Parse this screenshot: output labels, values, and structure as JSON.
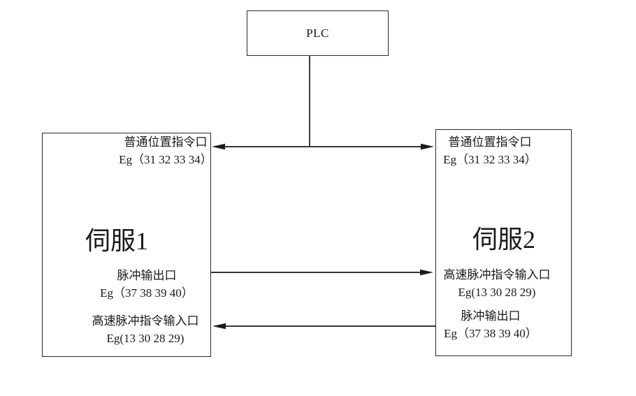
{
  "plc": {
    "label": "PLC"
  },
  "servo1": {
    "title": "伺服1",
    "ports": [
      {
        "name": "普通位置指令口",
        "pins": "Eg（31 32 33 34）"
      },
      {
        "name": "脉冲输出口",
        "pins": "Eg（37 38 39 40）"
      },
      {
        "name": "高速脉冲指令输入口",
        "pins": "Eg(13 30 28 29)"
      }
    ]
  },
  "servo2": {
    "title": "伺服2",
    "ports": [
      {
        "name": "普通位置指令口",
        "pins": "Eg（31 32 33 34）"
      },
      {
        "name": "高速脉冲指令输入口",
        "pins": "Eg(13 30 28 29)"
      },
      {
        "name": "脉冲输出口",
        "pins": "Eg（37 38 39 40）"
      }
    ]
  },
  "connections": [
    {
      "name": "plc-to-bus",
      "type": "line"
    },
    {
      "name": "position-command-bus",
      "type": "double-arrow"
    },
    {
      "name": "servo1-pulse-out-to-servo2-hs-in",
      "type": "arrow-right"
    },
    {
      "name": "servo2-pulse-out-to-servo1-hs-in",
      "type": "arrow-left"
    }
  ],
  "colors": {
    "line": "#1a1a1a",
    "text": "#1a1a1a",
    "background": "#ffffff"
  }
}
